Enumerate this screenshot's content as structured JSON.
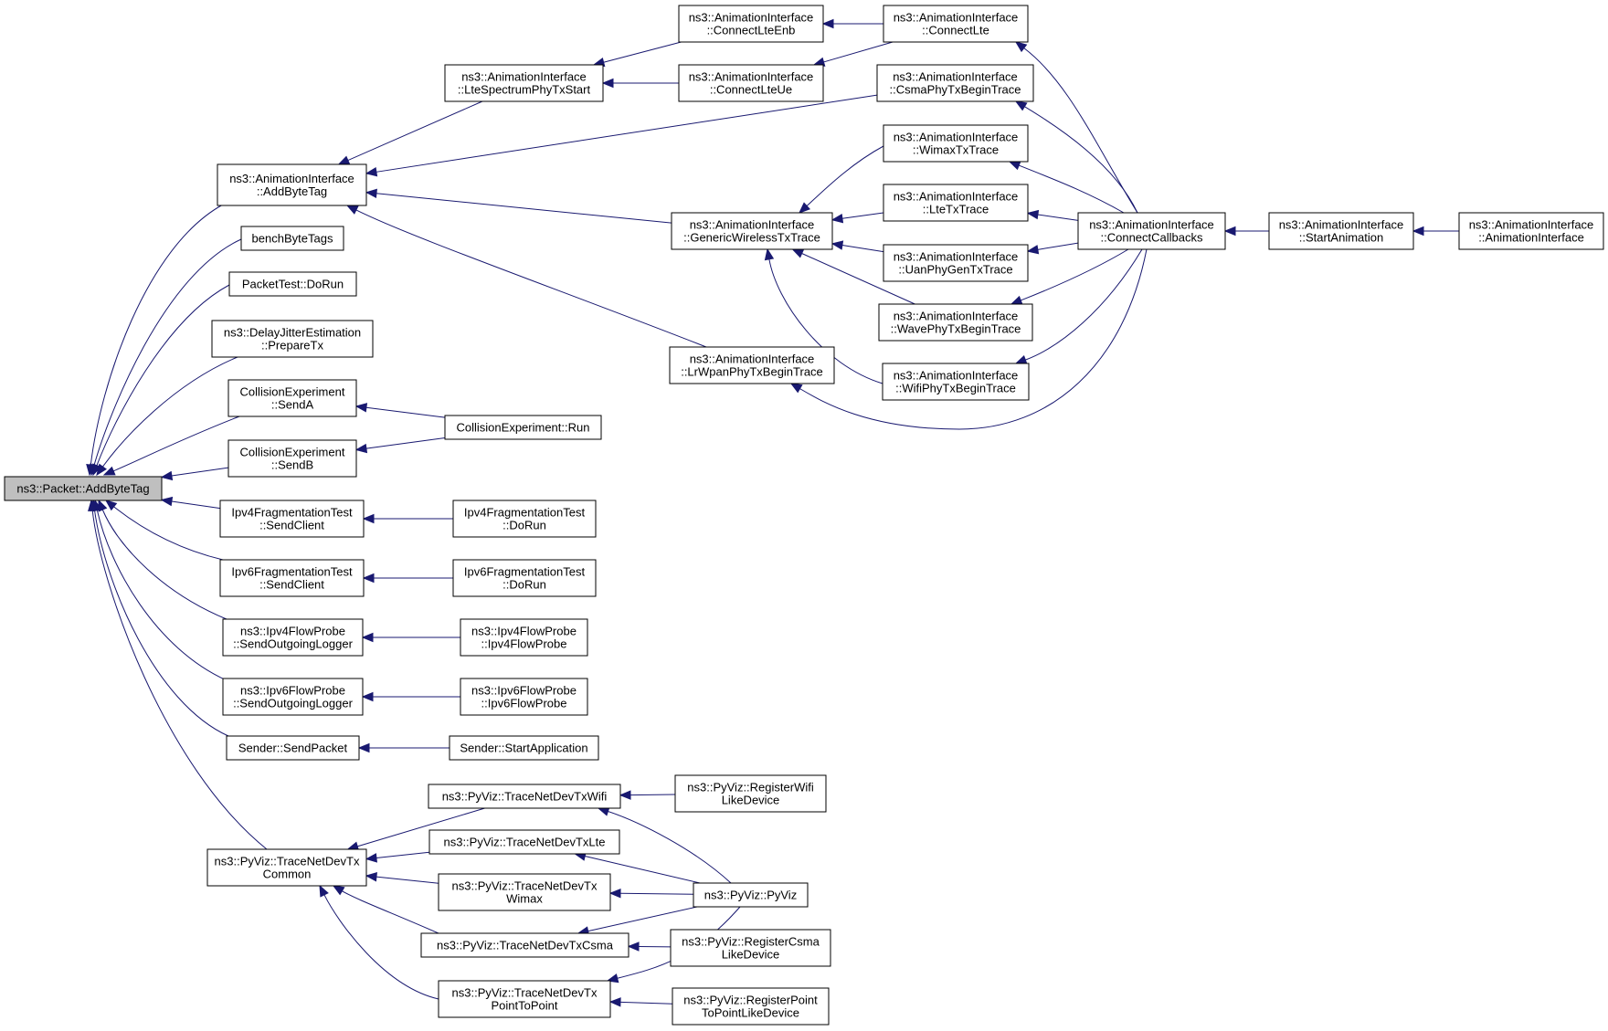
{
  "graph": {
    "root": "packet_addbytetag",
    "colors": {
      "edge": "#191970",
      "root_fill": "#bfbfbf",
      "node_fill": "#ffffff",
      "node_border": "#000000"
    },
    "nodes": {
      "packet_addbytetag": {
        "lines": [
          "ns3::Packet::AddByteTag"
        ]
      },
      "ai_addbytetag": {
        "lines": [
          "ns3::AnimationInterface",
          "::AddByteTag"
        ]
      },
      "benchbytetags": {
        "lines": [
          "benchByteTags"
        ]
      },
      "packettest_dorun": {
        "lines": [
          "PacketTest::DoRun"
        ]
      },
      "delayjitter_preparetx": {
        "lines": [
          "ns3::DelayJitterEstimation",
          "::PrepareTx"
        ]
      },
      "collision_senda": {
        "lines": [
          "CollisionExperiment",
          "::SendA"
        ]
      },
      "collision_sendb": {
        "lines": [
          "CollisionExperiment",
          "::SendB"
        ]
      },
      "collision_run": {
        "lines": [
          "CollisionExperiment::Run"
        ]
      },
      "ipv4frag_sendclient": {
        "lines": [
          "Ipv4FragmentationTest",
          "::SendClient"
        ]
      },
      "ipv4frag_dorun": {
        "lines": [
          "Ipv4FragmentationTest",
          "::DoRun"
        ]
      },
      "ipv6frag_sendclient": {
        "lines": [
          "Ipv6FragmentationTest",
          "::SendClient"
        ]
      },
      "ipv6frag_dorun": {
        "lines": [
          "Ipv6FragmentationTest",
          "::DoRun"
        ]
      },
      "ipv4flow_sendoutgoing": {
        "lines": [
          "ns3::Ipv4FlowProbe",
          "::SendOutgoingLogger"
        ]
      },
      "ipv4flow_ctor": {
        "lines": [
          "ns3::Ipv4FlowProbe",
          "::Ipv4FlowProbe"
        ]
      },
      "ipv6flow_sendoutgoing": {
        "lines": [
          "ns3::Ipv6FlowProbe",
          "::SendOutgoingLogger"
        ]
      },
      "ipv6flow_ctor": {
        "lines": [
          "ns3::Ipv6FlowProbe",
          "::Ipv6FlowProbe"
        ]
      },
      "sender_sendpacket": {
        "lines": [
          "Sender::SendPacket"
        ]
      },
      "sender_startapplication": {
        "lines": [
          "Sender::StartApplication"
        ]
      },
      "pyviz_tracecommon": {
        "lines": [
          "ns3::PyViz::TraceNetDevTx",
          "Common"
        ]
      },
      "pyviz_tracewifi": {
        "lines": [
          "ns3::PyViz::TraceNetDevTxWifi"
        ]
      },
      "pyviz_tracelte": {
        "lines": [
          "ns3::PyViz::TraceNetDevTxLte"
        ]
      },
      "pyviz_tracewimax": {
        "lines": [
          "ns3::PyViz::TraceNetDevTx",
          "Wimax"
        ]
      },
      "pyviz_tracecsma": {
        "lines": [
          "ns3::PyViz::TraceNetDevTxCsma"
        ]
      },
      "pyviz_traceptp": {
        "lines": [
          "ns3::PyViz::TraceNetDevTx",
          "PointToPoint"
        ]
      },
      "pyviz_registerwifi": {
        "lines": [
          "ns3::PyViz::RegisterWifi",
          "LikeDevice"
        ]
      },
      "pyviz_pyviz": {
        "lines": [
          "ns3::PyViz::PyViz"
        ]
      },
      "pyviz_registercsma": {
        "lines": [
          "ns3::PyViz::RegisterCsma",
          "LikeDevice"
        ]
      },
      "pyviz_registerptp": {
        "lines": [
          "ns3::PyViz::RegisterPoint",
          "ToPointLikeDevice"
        ]
      },
      "ai_ltespectrum": {
        "lines": [
          "ns3::AnimationInterface",
          "::LteSpectrumPhyTxStart"
        ]
      },
      "ai_connectlteenb": {
        "lines": [
          "ns3::AnimationInterface",
          "::ConnectLteEnb"
        ]
      },
      "ai_connectlteue": {
        "lines": [
          "ns3::AnimationInterface",
          "::ConnectLteUe"
        ]
      },
      "ai_connectlte": {
        "lines": [
          "ns3::AnimationInterface",
          "::ConnectLte"
        ]
      },
      "ai_csma": {
        "lines": [
          "ns3::AnimationInterface",
          "::CsmaPhyTxBeginTrace"
        ]
      },
      "ai_genericwireless": {
        "lines": [
          "ns3::AnimationInterface",
          "::GenericWirelessTxTrace"
        ]
      },
      "ai_wimax": {
        "lines": [
          "ns3::AnimationInterface",
          "::WimaxTxTrace"
        ]
      },
      "ai_ltetx": {
        "lines": [
          "ns3::AnimationInterface",
          "::LteTxTrace"
        ]
      },
      "ai_uanphy": {
        "lines": [
          "ns3::AnimationInterface",
          "::UanPhyGenTxTrace"
        ]
      },
      "ai_wavephy": {
        "lines": [
          "ns3::AnimationInterface",
          "::WavePhyTxBeginTrace"
        ]
      },
      "ai_wifiphy": {
        "lines": [
          "ns3::AnimationInterface",
          "::WifiPhyTxBeginTrace"
        ]
      },
      "ai_lrwpan": {
        "lines": [
          "ns3::AnimationInterface",
          "::LrWpanPhyTxBeginTrace"
        ]
      },
      "ai_connectcallbacks": {
        "lines": [
          "ns3::AnimationInterface",
          "::ConnectCallbacks"
        ]
      },
      "ai_startanimation": {
        "lines": [
          "ns3::AnimationInterface",
          "::StartAnimation"
        ]
      },
      "ai_ctor": {
        "lines": [
          "ns3::AnimationInterface",
          "::AnimationInterface"
        ]
      }
    },
    "edges": [
      [
        "ai_addbytetag",
        "packet_addbytetag"
      ],
      [
        "benchbytetags",
        "packet_addbytetag"
      ],
      [
        "packettest_dorun",
        "packet_addbytetag"
      ],
      [
        "delayjitter_preparetx",
        "packet_addbytetag"
      ],
      [
        "collision_senda",
        "packet_addbytetag"
      ],
      [
        "collision_sendb",
        "packet_addbytetag"
      ],
      [
        "ipv4frag_sendclient",
        "packet_addbytetag"
      ],
      [
        "ipv6frag_sendclient",
        "packet_addbytetag"
      ],
      [
        "ipv4flow_sendoutgoing",
        "packet_addbytetag"
      ],
      [
        "ipv6flow_sendoutgoing",
        "packet_addbytetag"
      ],
      [
        "sender_sendpacket",
        "packet_addbytetag"
      ],
      [
        "pyviz_tracecommon",
        "packet_addbytetag"
      ],
      [
        "ai_ltespectrum",
        "ai_addbytetag"
      ],
      [
        "ai_csma",
        "ai_addbytetag"
      ],
      [
        "ai_genericwireless",
        "ai_addbytetag"
      ],
      [
        "ai_lrwpan",
        "ai_addbytetag"
      ],
      [
        "ai_connectlteenb",
        "ai_ltespectrum"
      ],
      [
        "ai_connectlteue",
        "ai_ltespectrum"
      ],
      [
        "ai_connectlte",
        "ai_connectlteenb"
      ],
      [
        "ai_connectlte",
        "ai_connectlteue"
      ],
      [
        "ai_connectcallbacks",
        "ai_connectlte"
      ],
      [
        "ai_connectcallbacks",
        "ai_csma"
      ],
      [
        "ai_wimax",
        "ai_genericwireless"
      ],
      [
        "ai_ltetx",
        "ai_genericwireless"
      ],
      [
        "ai_uanphy",
        "ai_genericwireless"
      ],
      [
        "ai_wavephy",
        "ai_genericwireless"
      ],
      [
        "ai_wifiphy",
        "ai_genericwireless"
      ],
      [
        "ai_connectcallbacks",
        "ai_wimax"
      ],
      [
        "ai_connectcallbacks",
        "ai_ltetx"
      ],
      [
        "ai_connectcallbacks",
        "ai_uanphy"
      ],
      [
        "ai_connectcallbacks",
        "ai_wavephy"
      ],
      [
        "ai_connectcallbacks",
        "ai_wifiphy"
      ],
      [
        "ai_connectcallbacks",
        "ai_lrwpan"
      ],
      [
        "ai_startanimation",
        "ai_connectcallbacks"
      ],
      [
        "ai_ctor",
        "ai_startanimation"
      ],
      [
        "collision_run",
        "collision_senda"
      ],
      [
        "collision_run",
        "collision_sendb"
      ],
      [
        "ipv4frag_dorun",
        "ipv4frag_sendclient"
      ],
      [
        "ipv6frag_dorun",
        "ipv6frag_sendclient"
      ],
      [
        "ipv4flow_ctor",
        "ipv4flow_sendoutgoing"
      ],
      [
        "ipv6flow_ctor",
        "ipv6flow_sendoutgoing"
      ],
      [
        "sender_startapplication",
        "sender_sendpacket"
      ],
      [
        "pyviz_tracewifi",
        "pyviz_tracecommon"
      ],
      [
        "pyviz_tracelte",
        "pyviz_tracecommon"
      ],
      [
        "pyviz_tracewimax",
        "pyviz_tracecommon"
      ],
      [
        "pyviz_tracecsma",
        "pyviz_tracecommon"
      ],
      [
        "pyviz_traceptp",
        "pyviz_tracecommon"
      ],
      [
        "pyviz_registerwifi",
        "pyviz_tracewifi"
      ],
      [
        "pyviz_pyviz",
        "pyviz_tracewifi"
      ],
      [
        "pyviz_pyviz",
        "pyviz_tracelte"
      ],
      [
        "pyviz_pyviz",
        "pyviz_tracewimax"
      ],
      [
        "pyviz_pyviz",
        "pyviz_tracecsma"
      ],
      [
        "pyviz_pyviz",
        "pyviz_traceptp"
      ],
      [
        "pyviz_registercsma",
        "pyviz_tracecsma"
      ],
      [
        "pyviz_registerptp",
        "pyviz_traceptp"
      ]
    ]
  }
}
